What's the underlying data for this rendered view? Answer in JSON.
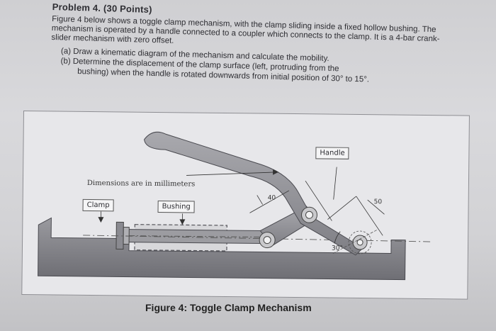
{
  "problem": {
    "heading": "Problem 4. (30 Points)",
    "statement": "Figure 4 below shows a toggle clamp mechanism, with the clamp sliding inside a fixed hollow bushing. The mechanism is operated by a handle connected to a coupler which connects to the clamp. It is a 4-bar crank-slider mechanism with zero offset.",
    "part_a": "(a) Draw a kinematic diagram of the mechanism and calculate the mobility.",
    "part_b": "(b) Determine the displacement of the clamp surface (left, protruding from the",
    "part_b_cont": "bushing) when the handle is rotated downwards from initial position of 30° to 15°."
  },
  "figure": {
    "labels": {
      "handle": "Handle",
      "clamp": "Clamp",
      "bushing": "Bushing"
    },
    "note": "Dimensions are in millimeters",
    "dimensions": {
      "coupler": "40",
      "crank": "50",
      "angle": "30°"
    },
    "caption": "Figure 4: Toggle Clamp Mechanism"
  }
}
